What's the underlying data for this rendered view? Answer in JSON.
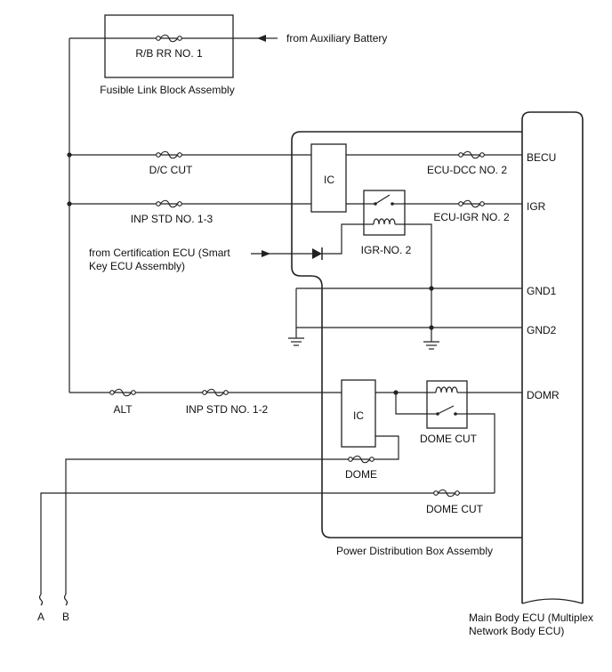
{
  "labels": {
    "rb_rr_no1": "R/B RR NO. 1",
    "from_aux_battery": "from Auxiliary Battery",
    "fusible_link_block": "Fusible Link Block Assembly",
    "dc_cut": "D/C CUT",
    "ic_top": "IC",
    "ecu_dcc_no2": "ECU-DCC NO. 2",
    "becu": "BECU",
    "inp_std_no1_3": "INP STD NO. 1-3",
    "ecu_igr_no2": "ECU-IGR NO. 2",
    "igr": "IGR",
    "from_cert_ecu_line1": "from Certification ECU (Smart",
    "from_cert_ecu_line2": "Key ECU Assembly)",
    "igr_no2": "IGR-NO. 2",
    "gnd1": "GND1",
    "gnd2": "GND2",
    "alt": "ALT",
    "inp_std_no1_2": "INP STD NO. 1-2",
    "ic_bottom": "IC",
    "domr": "DOMR",
    "dome_cut_relay": "DOME CUT",
    "dome": "DOME",
    "dome_cut_fuse": "DOME CUT",
    "power_distribution_box": "Power Distribution Box Assembly",
    "terminal_a": "A",
    "terminal_b": "B",
    "main_body_ecu_line1": "Main Body ECU (Multiplex",
    "main_body_ecu_line2": "Network Body ECU)"
  }
}
